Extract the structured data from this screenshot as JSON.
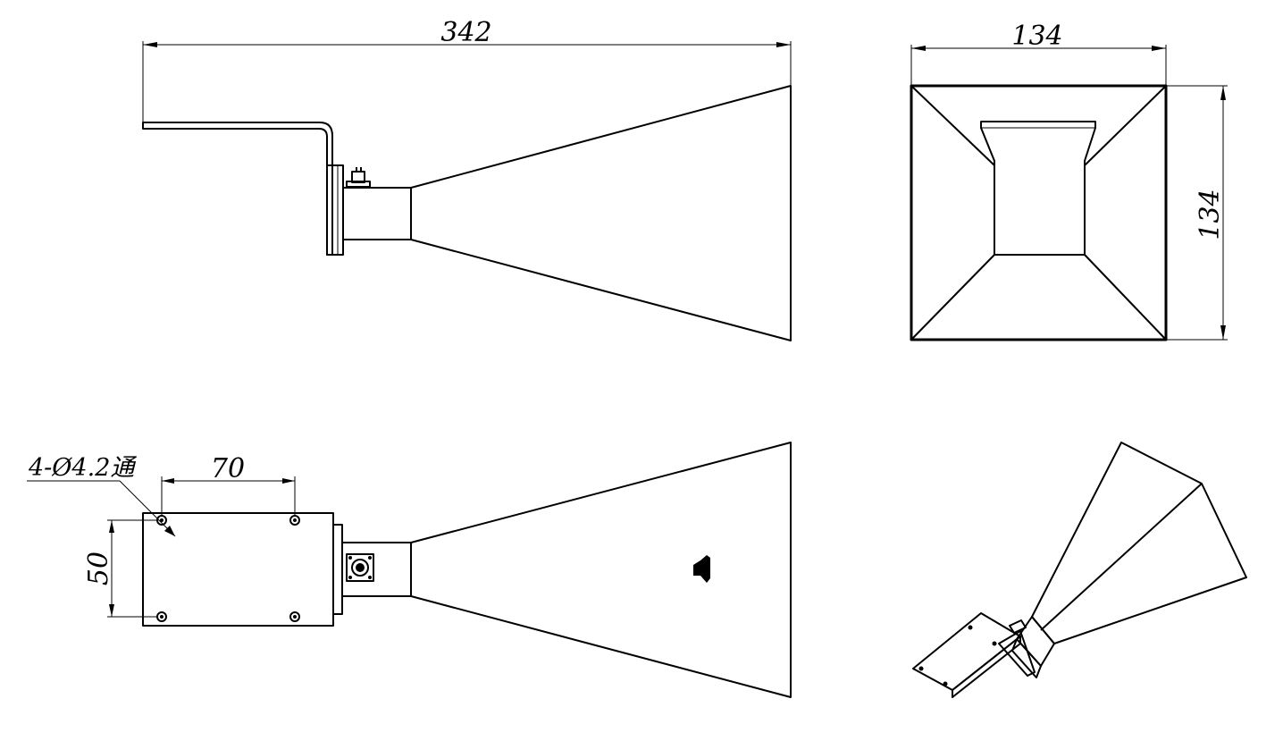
{
  "dimensions": {
    "overall_length": "342",
    "front_width": "134",
    "front_height": "134",
    "hole_spacing_x": "70",
    "hole_spacing_y": "50",
    "hole_callout": "4-Ø4.2通"
  },
  "views": [
    "side-view",
    "front-view",
    "top-view",
    "isometric-view"
  ],
  "colors": {
    "line": "#000000",
    "background": "#ffffff"
  }
}
